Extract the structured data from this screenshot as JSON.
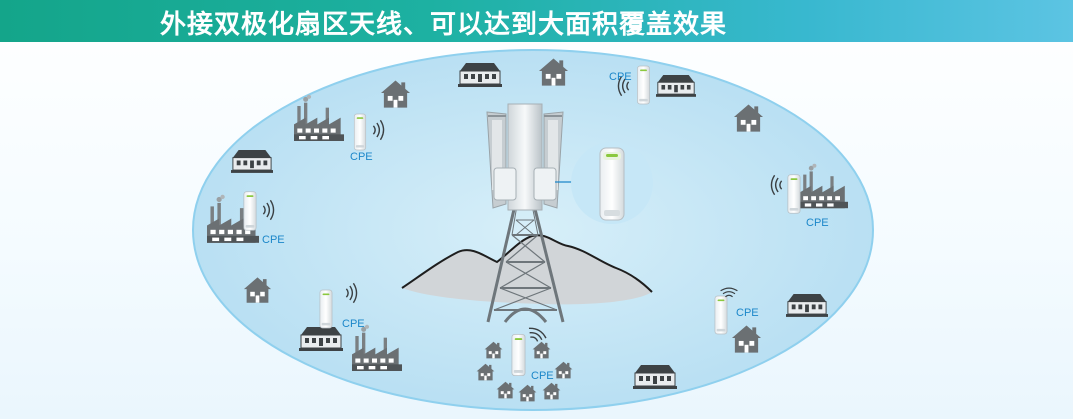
{
  "header": {
    "title": "外接双极化扇区天线、可以达到大面积覆盖效果"
  },
  "labels": {
    "cpe": "CPE"
  },
  "colors": {
    "banner_start": "#14a58a",
    "banner_end": "#5cc4e3",
    "coverage_fill": "#c4e5f5",
    "coverage_edge": "#7cc8ea",
    "label_blue": "#1c87c9",
    "icon_gray": "#6b7073"
  },
  "icons": [
    "house-icon",
    "factory-icon",
    "building-icon",
    "cpe-device-icon",
    "signal-wave-icon",
    "lattice-tower-icon",
    "sector-antenna-icon",
    "mountain-icon",
    "callout-circle"
  ]
}
